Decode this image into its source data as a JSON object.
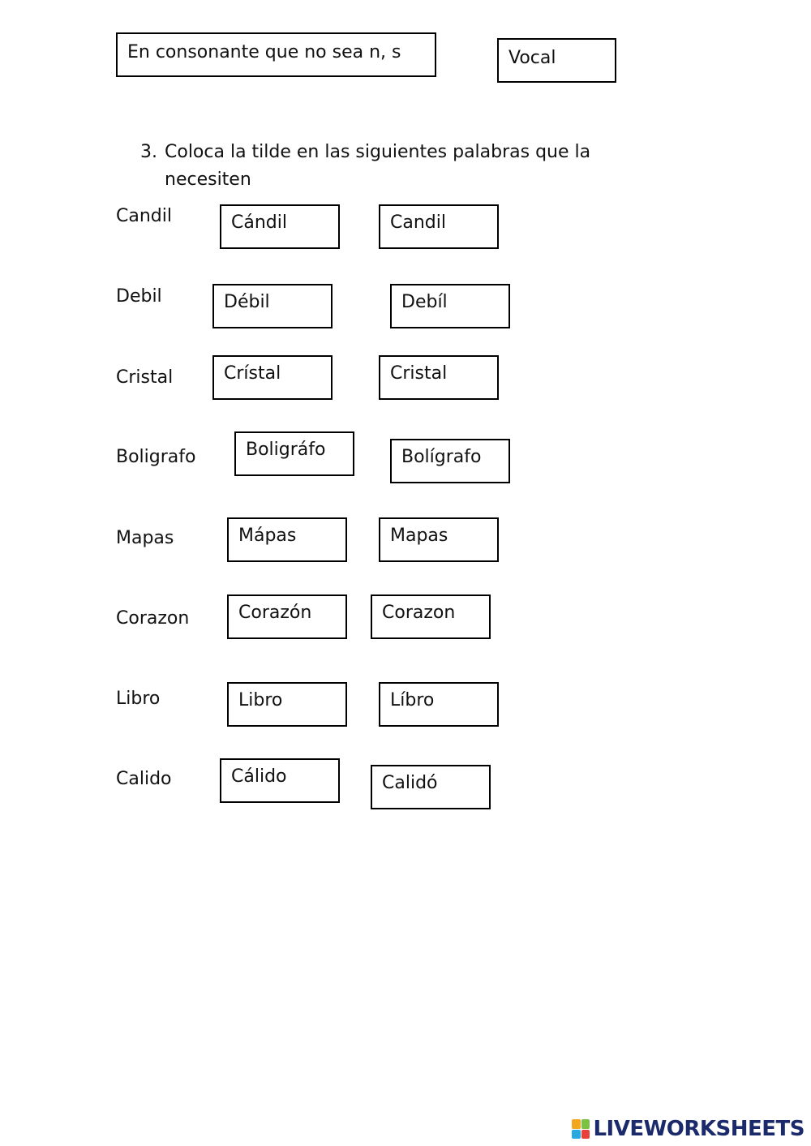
{
  "top_options": {
    "left": "En consonante que no sea n, s",
    "right": "Vocal"
  },
  "instruction": {
    "number": "3.",
    "line1": "Coloca la tilde en las siguientes palabras que la",
    "line2": "necesiten"
  },
  "rows": [
    {
      "word": "Candil",
      "option_a": "Cándil",
      "option_b": "Candil"
    },
    {
      "word": "Debil",
      "option_a": "Débil",
      "option_b": "Debíl"
    },
    {
      "word": "Cristal",
      "option_a": "Crístal",
      "option_b": "Cristal"
    },
    {
      "word": "Boligrafo",
      "option_a": "Boligráfo",
      "option_b": "Bolígrafo"
    },
    {
      "word": "Mapas",
      "option_a": "Mápas",
      "option_b": "Mapas"
    },
    {
      "word": "Corazon",
      "option_a": "Corazón",
      "option_b": "Corazon"
    },
    {
      "word": "Libro",
      "option_a": "Libro",
      "option_b": "Líbro"
    },
    {
      "word": "Calido",
      "option_a": "Cálido",
      "option_b": "Calidó"
    }
  ],
  "footer": {
    "brand": "LIVEWORKSHEETS",
    "colors": {
      "brand_text": "#1b2a6b",
      "mark": [
        "#f2a81d",
        "#7cc242",
        "#2aa9e0",
        "#e8413c"
      ]
    }
  }
}
